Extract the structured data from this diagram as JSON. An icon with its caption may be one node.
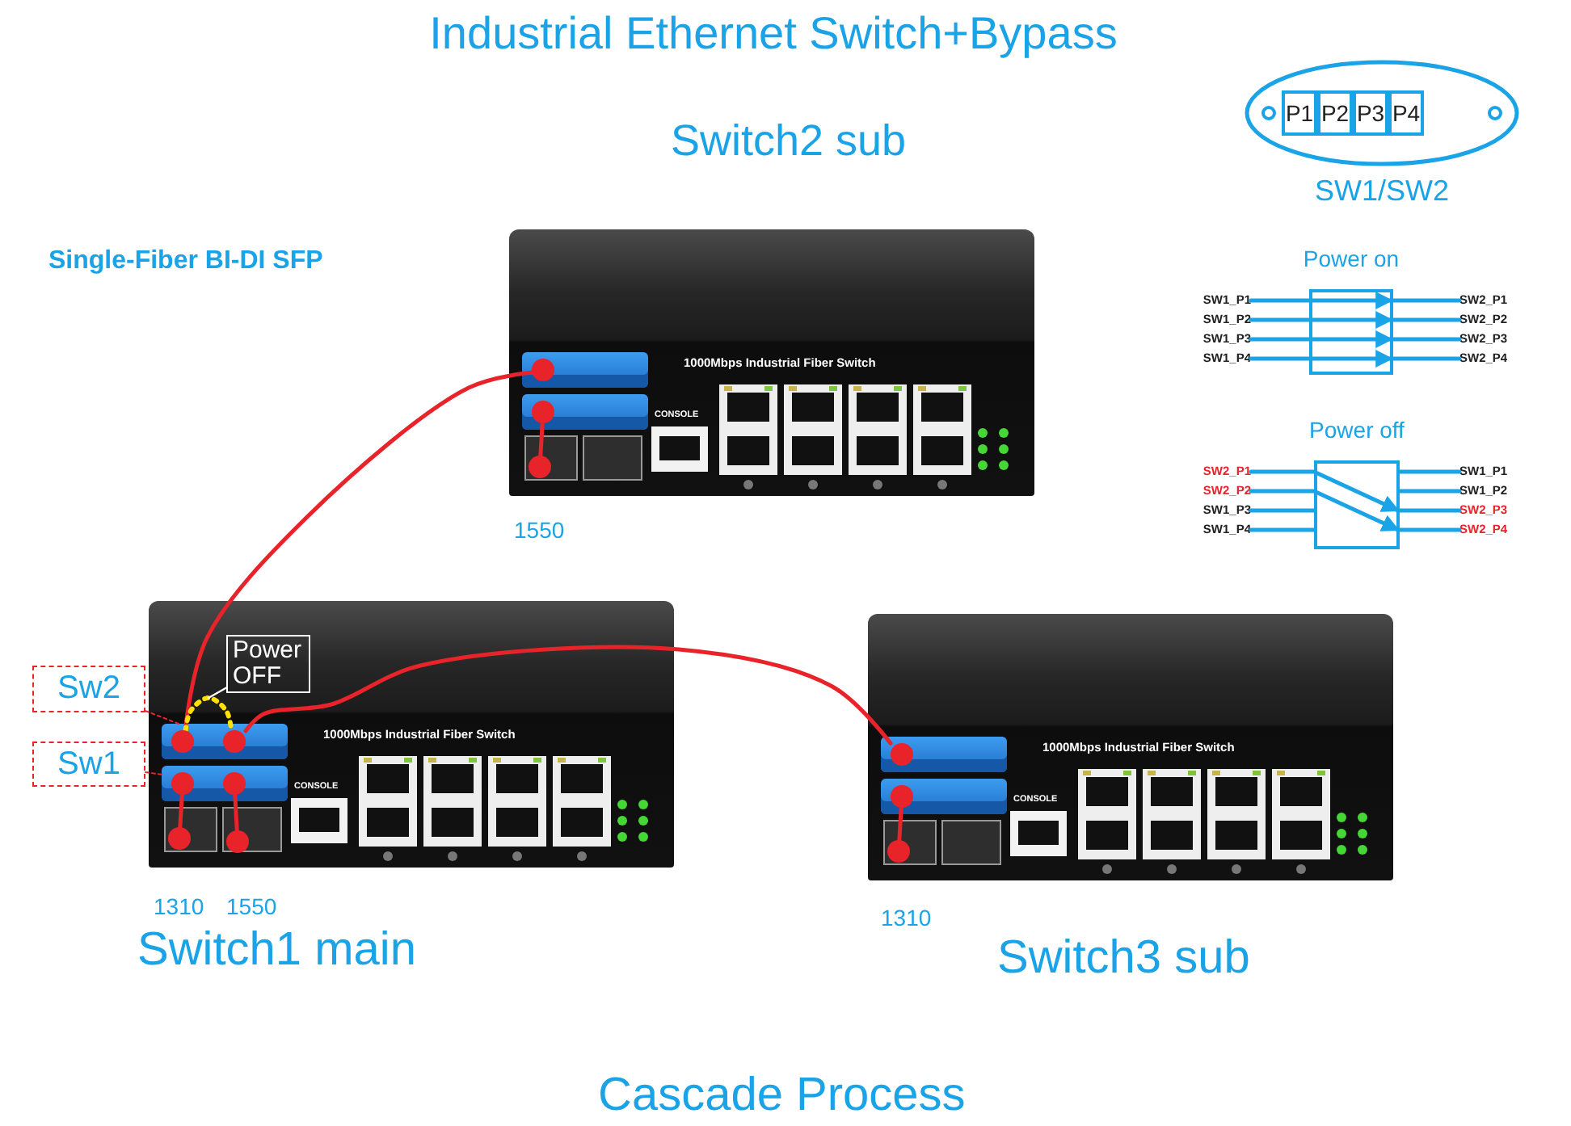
{
  "diagram": {
    "title": "Industrial Ethernet Switch+Bypass",
    "nodes": [
      {
        "text": [],
        "shape": "ellipse",
        "beside": [
          "SW1/SW2"
        ]
      },
      {
        "text": [
          "P1"
        ],
        "in": 0
      },
      {
        "text": [
          "P2"
        ],
        "in": 0
      },
      {
        "text": [
          "P3"
        ],
        "in": 0
      },
      {
        "text": [
          "P4"
        ],
        "in": 0
      },
      {
        "text": [
          "1000Mbps Industrial Fiber Switch",
          "CONSOLE"
        ]
      },
      {
        "text": [],
        "shape": "box",
        "in": 5
      },
      {
        "text": [],
        "shape": "box",
        "in": 5
      },
      {
        "text": [],
        "shape": "circle",
        "in": 6
      },
      {
        "text": [],
        "shape": "circle",
        "in": 7
      },
      {
        "text": [],
        "shape": "circle",
        "in": 5
      },
      {
        "text": [
          "Sw2"
        ]
      },
      {
        "text": [
          "Sw1"
        ]
      },
      {
        "text": [
          "1000Mbps Industrial Fiber Switch",
          "CONSOLE"
        ]
      },
      {
        "text": [
          "Power OFF"
        ],
        "in": 13
      },
      {
        "text": [],
        "shape": "box",
        "in": 13
      },
      {
        "text": [],
        "shape": "box",
        "in": 13
      },
      {
        "text": [],
        "shape": "circle",
        "in": 15
      },
      {
        "text": [],
        "shape": "circle",
        "in": 15
      },
      {
        "text": [],
        "shape": "circle",
        "in": 16
      },
      {
        "text": [],
        "shape": "circle",
        "in": 16
      },
      {
        "text": [],
        "shape": "circle",
        "in": 13
      },
      {
        "text": [],
        "shape": "circle",
        "in": 13
      },
      {
        "text": [
          "1000Mbps Industrial Fiber Switch",
          "CONSOLE"
        ]
      },
      {
        "text": [],
        "shape": "box",
        "in": 23
      },
      {
        "text": [],
        "shape": "box",
        "in": 23
      },
      {
        "text": [],
        "shape": "circle",
        "in": 24
      },
      {
        "text": [],
        "shape": "circle",
        "in": 25
      },
      {
        "text": [],
        "shape": "circle",
        "in": 23
      },
      {
        "text": [
          "Power on"
        ]
      },
      {
        "text": [
          "SW1_P1"
        ]
      },
      {
        "text": [
          "SW1_P2"
        ]
      },
      {
        "text": [
          "SW1_P3"
        ]
      },
      {
        "text": [
          "SW1_P4"
        ]
      },
      {
        "text": [
          "SW2_P1"
        ]
      },
      {
        "text": [
          "SW2_P2"
        ]
      },
      {
        "text": [
          "SW2_P3"
        ]
      },
      {
        "text": [
          "SW2_P4"
        ]
      },
      {
        "text": [
          "Power off"
        ]
      },
      {
        "text": [
          "SW2_P1"
        ]
      },
      {
        "text": [
          "SW2_P2"
        ]
      },
      {
        "text": [
          "SW1_P3"
        ]
      },
      {
        "text": [
          "SW1_P4"
        ]
      },
      {
        "text": [
          "SW1_P1"
        ]
      },
      {
        "text": [
          "SW1_P2"
        ]
      },
      {
        "text": [
          "SW2_P3"
        ]
      },
      {
        "text": [
          "SW2_P4"
        ]
      }
    ],
    "edges": [
      {
        "from": 9,
        "to": 10,
        "arrow": "none",
        "color": "#e8232a"
      },
      {
        "from": 17,
        "to": 8,
        "arrow": "none",
        "color": "#e8232a"
      },
      {
        "from": 18,
        "to": 26,
        "arrow": "none",
        "color": "#e8232a"
      },
      {
        "from": 19,
        "to": 21,
        "arrow": "none",
        "color": "#e8232a"
      },
      {
        "from": 20,
        "to": 22,
        "arrow": "none",
        "color": "#e8232a"
      },
      {
        "from": 27,
        "to": 28,
        "arrow": "none",
        "color": "#e8232a"
      },
      {
        "from": 17,
        "to": 18,
        "arrow": "none",
        "style": "dashed",
        "color": "#ffe100"
      },
      {
        "from": 14,
        "to": null,
        "arrow": "none",
        "color": "#ffffff"
      },
      {
        "from": 11,
        "to": 15,
        "arrow": "none",
        "style": "dashed",
        "color": "#e8232a"
      },
      {
        "from": 12,
        "to": 16,
        "arrow": "none",
        "style": "dashed",
        "color": "#e8232a"
      },
      {
        "from": 30,
        "to": 29,
        "arrow": "to"
      },
      {
        "from": 31,
        "to": 29,
        "arrow": "to"
      },
      {
        "from": 32,
        "to": 29,
        "arrow": "to"
      },
      {
        "from": 33,
        "to": 29,
        "arrow": "to"
      },
      {
        "from": 29,
        "to": 34,
        "arrow": "none"
      },
      {
        "from": 29,
        "to": 35,
        "arrow": "none"
      },
      {
        "from": 29,
        "to": 36,
        "arrow": "none"
      },
      {
        "from": 29,
        "to": 37,
        "arrow": "none"
      },
      {
        "from": 39,
        "to": 38,
        "arrow": "to"
      },
      {
        "from": 40,
        "to": 38,
        "arrow": "to"
      },
      {
        "from": 41,
        "to": 38,
        "arrow": "none"
      },
      {
        "from": 42,
        "to": 38,
        "arrow": "none"
      },
      {
        "from": 38,
        "to": 43,
        "arrow": "none"
      },
      {
        "from": 38,
        "to": 44,
        "arrow": "none"
      },
      {
        "from": 38,
        "to": 45,
        "arrow": "none"
      },
      {
        "from": 38,
        "to": 46,
        "arrow": "none"
      }
    ],
    "labels": [
      "Switch2 sub",
      "Single-Fiber BI-DI SFP",
      "1550",
      "1310",
      "1550",
      "Switch1 main",
      "1310",
      "Switch3 sub",
      "Cascade Process"
    ]
  }
}
